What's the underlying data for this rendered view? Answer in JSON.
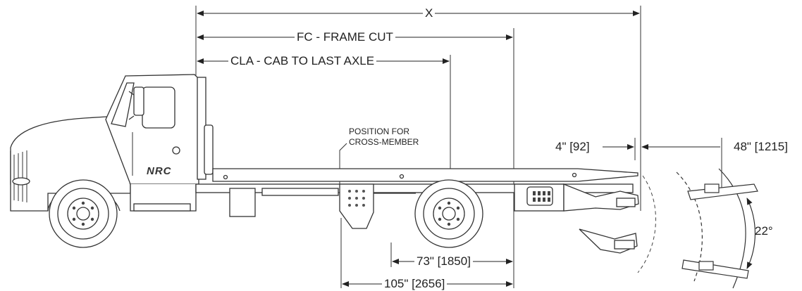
{
  "dimensions": {
    "x": "X",
    "frame_cut": "FC - FRAME CUT",
    "cab_to_last_axle": "CLA - CAB TO LAST AXLE",
    "overhang": "4\" [92]",
    "extension": "48\" [1215]",
    "axle_offset": "73\" [1850]",
    "crossmember_offset": "105\" [2656]",
    "tilt_angle": "22°"
  },
  "note": {
    "line1": "POSITION FOR",
    "line2": "CROSS-MEMBER"
  },
  "truck": {
    "logo": "NRC"
  }
}
